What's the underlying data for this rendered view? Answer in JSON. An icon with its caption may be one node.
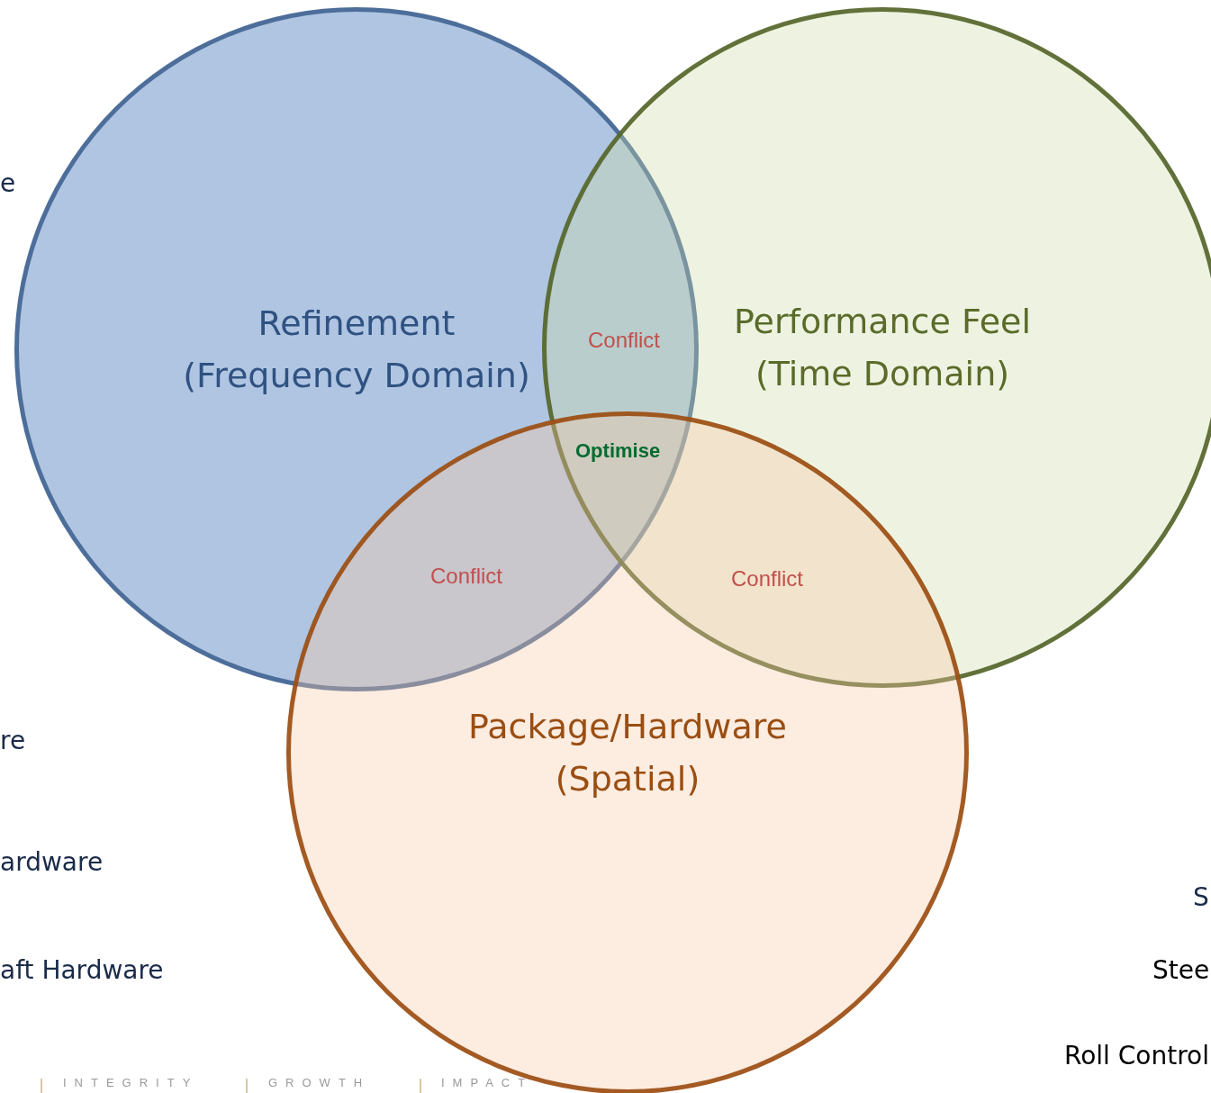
{
  "diagram": {
    "nodes": [
      {
        "text": [
          "Refinement (Frequency Domain)"
        ]
      },
      {
        "text": [
          "Performance Feel (Time Domain)"
        ]
      },
      {
        "text": [
          "Package/Hardware (Spatial)"
        ]
      }
    ],
    "labels": [
      "e",
      "Conflict",
      "Optimise",
      "Conflict",
      "Conflict",
      "re",
      "ardware",
      "S",
      "aft Hardware",
      "Stee",
      "Roll Control",
      "INTEGRITY",
      "GROWTH",
      "IMPACT"
    ]
  }
}
